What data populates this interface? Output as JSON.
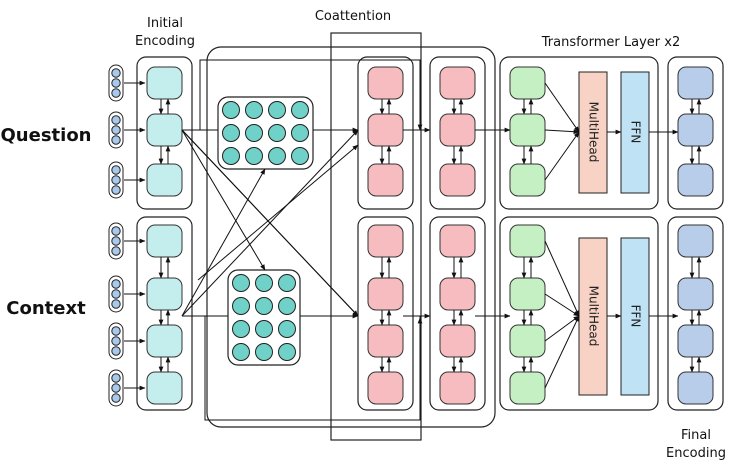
{
  "labels": {
    "initial_encoding_line1": "Initial",
    "initial_encoding_line2": "Encoding",
    "coattention": "Coattention",
    "transformer": "Transformer Layer x2",
    "question": "Question",
    "context": "Context",
    "final_encoding_line1": "Final",
    "final_encoding_line2": "Encoding",
    "multihead": "MultiHead",
    "ffn": "FFN"
  },
  "colors": {
    "encoding": "#c4eeee",
    "attention_matrix": "#6fd1c8",
    "coattention": "#f7bcbf",
    "transformer_cell": "#c4f0c4",
    "multihead": "#f8d2c4",
    "ffn": "#bfe3f4",
    "final": "#b8cdea",
    "token": "#a8c8ec"
  },
  "structure": {
    "question_token_count": 3,
    "context_token_count": 4,
    "question_attention_grid": [
      3,
      4
    ],
    "context_attention_grid": [
      4,
      3
    ],
    "transformer_layers": 2
  }
}
